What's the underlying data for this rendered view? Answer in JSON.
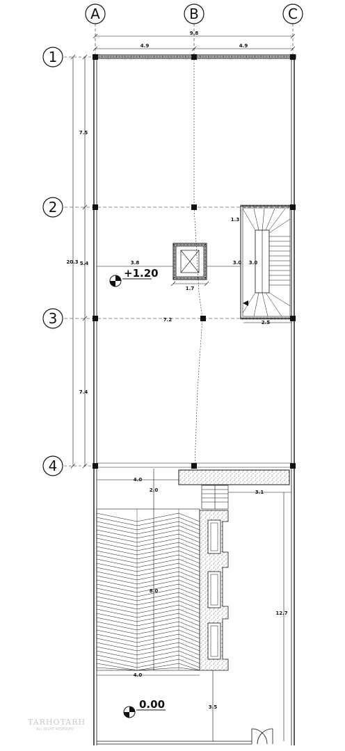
{
  "grid": {
    "columns": [
      "A",
      "B",
      "C"
    ],
    "rows": [
      "1",
      "2",
      "3",
      "4"
    ]
  },
  "dimensions": {
    "total_width": "9.8",
    "span_ab": "4.9",
    "span_bc": "4.9",
    "bay_1_2": "7.5",
    "bay_2_3": "5.4",
    "bay_3_4": "7.4",
    "total_length": "20.3",
    "core_left": "3.8",
    "core_right": "3.0",
    "stair_width": "3.0",
    "core_width": "1.7",
    "stair_top": "1.3",
    "stair_bottom": "2.5",
    "span_3": "7.2",
    "lower_top_width": "4.0",
    "lower_top_depth": "2.0",
    "ramp_length": "8.0",
    "lower_bottom_width": "4.0",
    "right_offset": "3.1",
    "right_length": "12.7",
    "entry_depth": "3.5"
  },
  "levels": {
    "upper": "+1.20",
    "ground": "0.00"
  },
  "watermark": {
    "brand": "TARHOTARH",
    "tagline": "ALL RIGHT RESERVED"
  }
}
